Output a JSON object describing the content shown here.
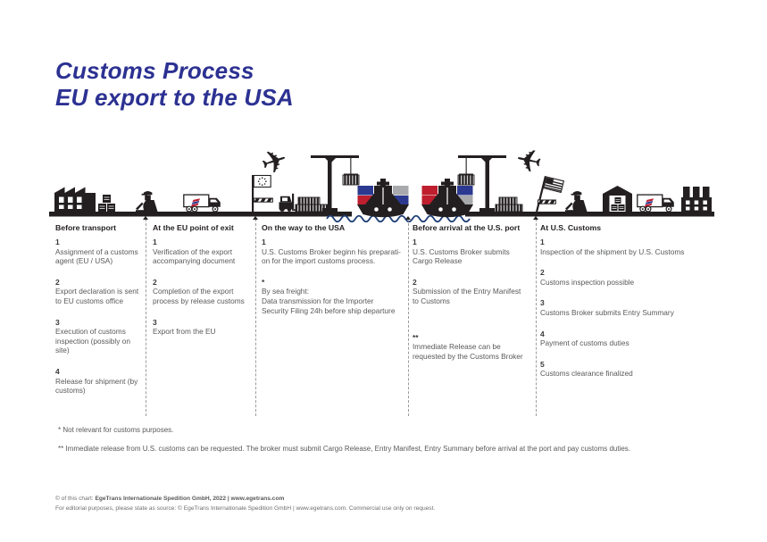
{
  "title": {
    "line1": "Customs Process",
    "line2": "EU export to the USA"
  },
  "columns": [
    {
      "header": "Before transport",
      "steps": [
        {
          "num": "1",
          "text": "Assignment of a customs\nagent (EU / USA)"
        },
        {
          "num": "2",
          "text": "Export declaration is sent\nto EU customs office"
        },
        {
          "num": "3",
          "text": "Execution of customs\ninspection (possibly on\nsite)"
        },
        {
          "num": "4",
          "text": "Release for shipment (by\ncustoms)"
        }
      ]
    },
    {
      "header": "At the EU point of exit",
      "steps": [
        {
          "num": "1",
          "text": "Verification of the export\naccompanying document"
        },
        {
          "num": "2",
          "text": "Completion of the export\nprocess by release customs"
        },
        {
          "num": "3",
          "text": "Export from the EU"
        }
      ]
    },
    {
      "header": "On the way to the USA",
      "steps": [
        {
          "num": "1",
          "text": "U.S. Customs Broker beginn his preparati-\non for the import customs process."
        },
        {
          "num": "*",
          "text": "By sea freight:\nData transmission for the Importer\nSecurity Filing 24h before ship departure"
        }
      ]
    },
    {
      "header": "Before arrival at the U.S. port",
      "steps": [
        {
          "num": "1",
          "text": "U.S. Customs Broker submits\nCargo Release"
        },
        {
          "num": "2",
          "text": "Submission of the Entry Manifest\nto Customs"
        },
        {
          "num": "**",
          "text": "Immediate Release can be\nrequested by the Customs Broker"
        }
      ]
    },
    {
      "header": "At U.S. Customs",
      "steps": [
        {
          "num": "1",
          "text": "Inspection of the shipment by U.S. Customs"
        },
        {
          "num": "2",
          "text": "Customs inspection possible"
        },
        {
          "num": "3",
          "text": "Customs Broker submits Entry Summary"
        },
        {
          "num": "4",
          "text": "Payment of customs duties"
        },
        {
          "num": "5",
          "text": "Customs clearance finalized"
        }
      ]
    }
  ],
  "footnotes": {
    "one": "* Not relevant for customs purposes.",
    "two": "** Immediate release from U.S. customs can be requested. The broker must submit Cargo Release, Entry Manifest, Entry Summary before arrival at the port and pay customs duties."
  },
  "credits": {
    "prefix": "© of this chart: ",
    "bold": "EgeTrans Internationale Spedition GmbH, 2022 | www.egetrans.com",
    "line2": "For editorial purposes, please state as source: © EgeTrans Internationale Spedition GmbH | www.egetrans.com. Commercial use only on request."
  },
  "colors": {
    "title_blue": "#2c3192",
    "ink": "#231f20",
    "body_gray": "#58595b",
    "red": "#be1e2d",
    "container_blue": "#2b3990",
    "container_gray": "#a7a9ac",
    "water_blue": "#1e3f77"
  },
  "icons": {
    "airplane-icon": "✈",
    "factory-icon": "svg-silhouette",
    "crates-icon": "svg-silhouette",
    "customs-officer-icon": "svg-silhouette",
    "truck-icon": "svg-outline",
    "eu-flag-icon": "svg-outline",
    "us-flag-icon": "svg-outline",
    "barrier-icon": "svg-outline",
    "forklift-icon": "svg-silhouette",
    "container-stack-icon": "svg-silhouette",
    "crane-icon": "svg-silhouette",
    "cargo-ship-icon": "svg-silhouette",
    "water-waves-icon": "svg-stroke",
    "warehouse-icon": "svg-silhouette"
  }
}
